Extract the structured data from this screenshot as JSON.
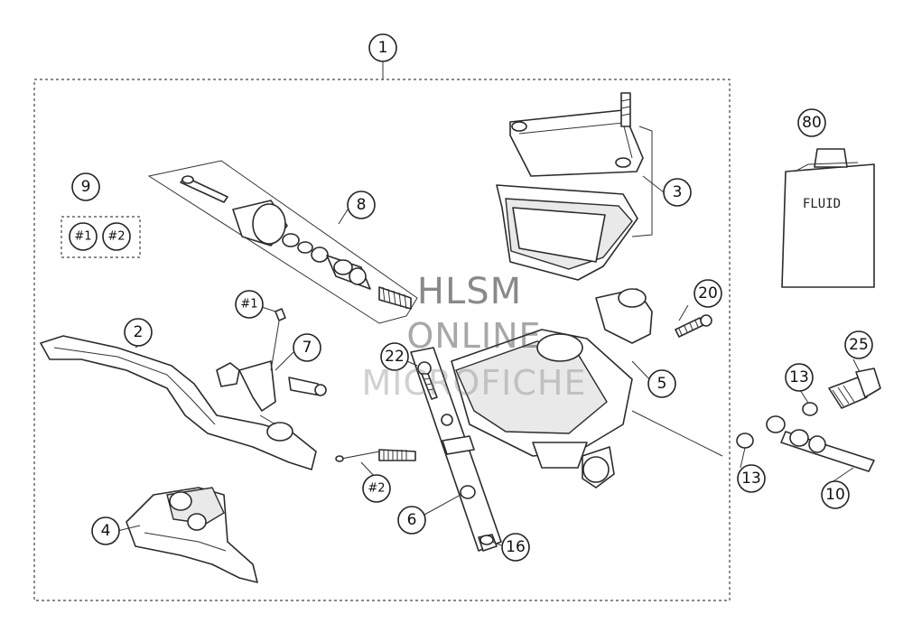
{
  "callouts": [
    {
      "id": "c1",
      "label": "1"
    },
    {
      "id": "c2",
      "label": "2"
    },
    {
      "id": "c3",
      "label": "3"
    },
    {
      "id": "c4",
      "label": "4"
    },
    {
      "id": "c5",
      "label": "5"
    },
    {
      "id": "c6",
      "label": "6"
    },
    {
      "id": "c7",
      "label": "7"
    },
    {
      "id": "c8",
      "label": "8"
    },
    {
      "id": "c9",
      "label": "9"
    },
    {
      "id": "c10",
      "label": "10"
    },
    {
      "id": "c13a",
      "label": "13"
    },
    {
      "id": "c13b",
      "label": "13"
    },
    {
      "id": "c16",
      "label": "16"
    },
    {
      "id": "c20",
      "label": "20"
    },
    {
      "id": "c22",
      "label": "22"
    },
    {
      "id": "c25",
      "label": "25"
    },
    {
      "id": "c80",
      "label": "80"
    },
    {
      "id": "c-h1a",
      "label": "#1"
    },
    {
      "id": "c-h2a",
      "label": "#2"
    },
    {
      "id": "c-h1b",
      "label": "#1"
    },
    {
      "id": "c-h2b",
      "label": "#2"
    }
  ],
  "fluid_label": "FLUID",
  "watermark": {
    "line1": "HLSM",
    "line2": "ONLINE",
    "line3": "MICROFICHE"
  },
  "colors": {
    "line": "#2b2b2b",
    "background": "#ffffff"
  }
}
